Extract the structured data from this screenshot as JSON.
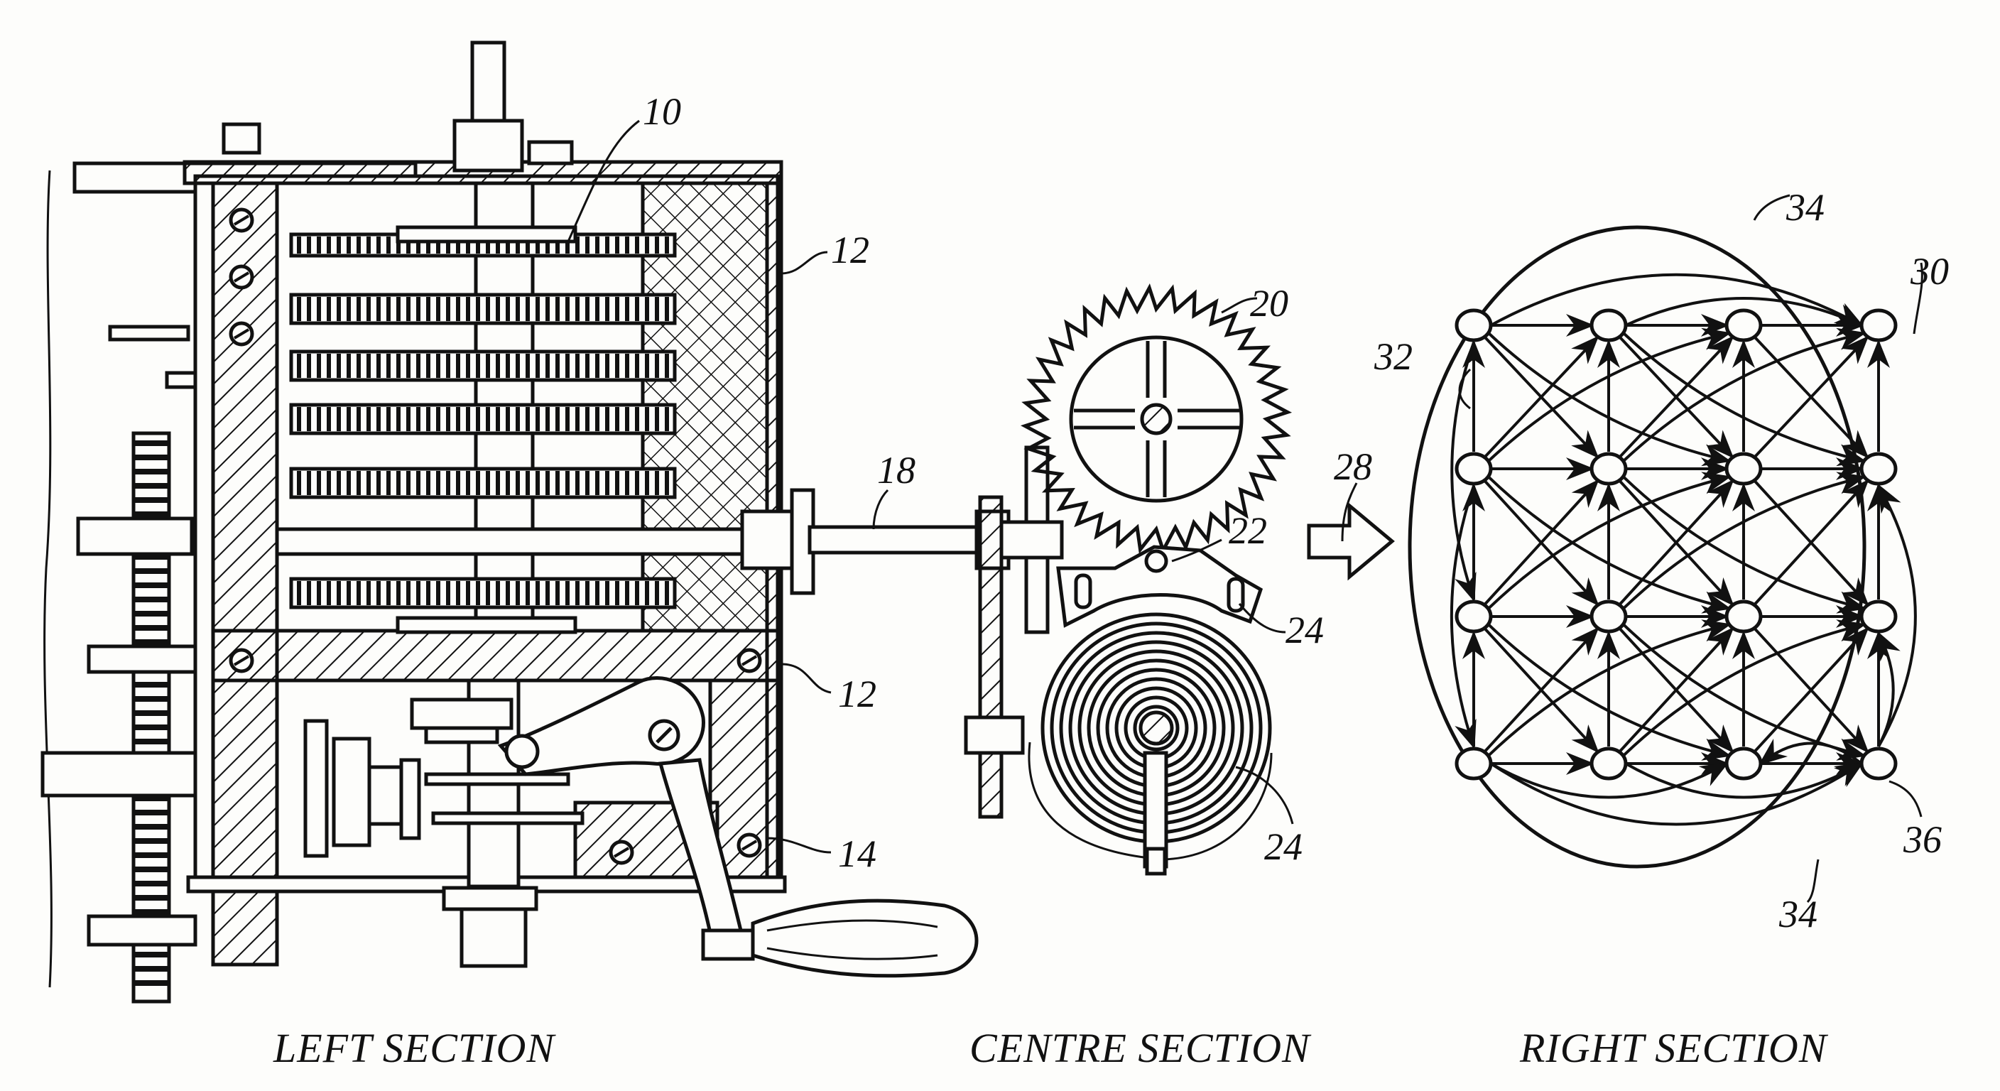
{
  "figure": {
    "sections": [
      {
        "id": "left",
        "caption": "LEFT SECTION"
      },
      {
        "id": "centre",
        "caption": "CENTRE SECTION"
      },
      {
        "id": "right",
        "caption": "RIGHT SECTION"
      }
    ],
    "reference_numerals": {
      "gear_train": "10",
      "housing_top": "12",
      "housing_mid": "12",
      "crank_handle": "14",
      "drive_shaft": "18",
      "escape_wheel": "20",
      "pallet_pivot": "22",
      "pallet_arm": "24",
      "hairspring": "24",
      "output_arrow": "28",
      "network_boundary": "30",
      "network_edge_input": "32",
      "arc_connection_top": "34",
      "arc_connection_bottom": "34",
      "output_node": "36"
    },
    "network": {
      "rows": 4,
      "columns": 4,
      "node_count": 16
    }
  }
}
